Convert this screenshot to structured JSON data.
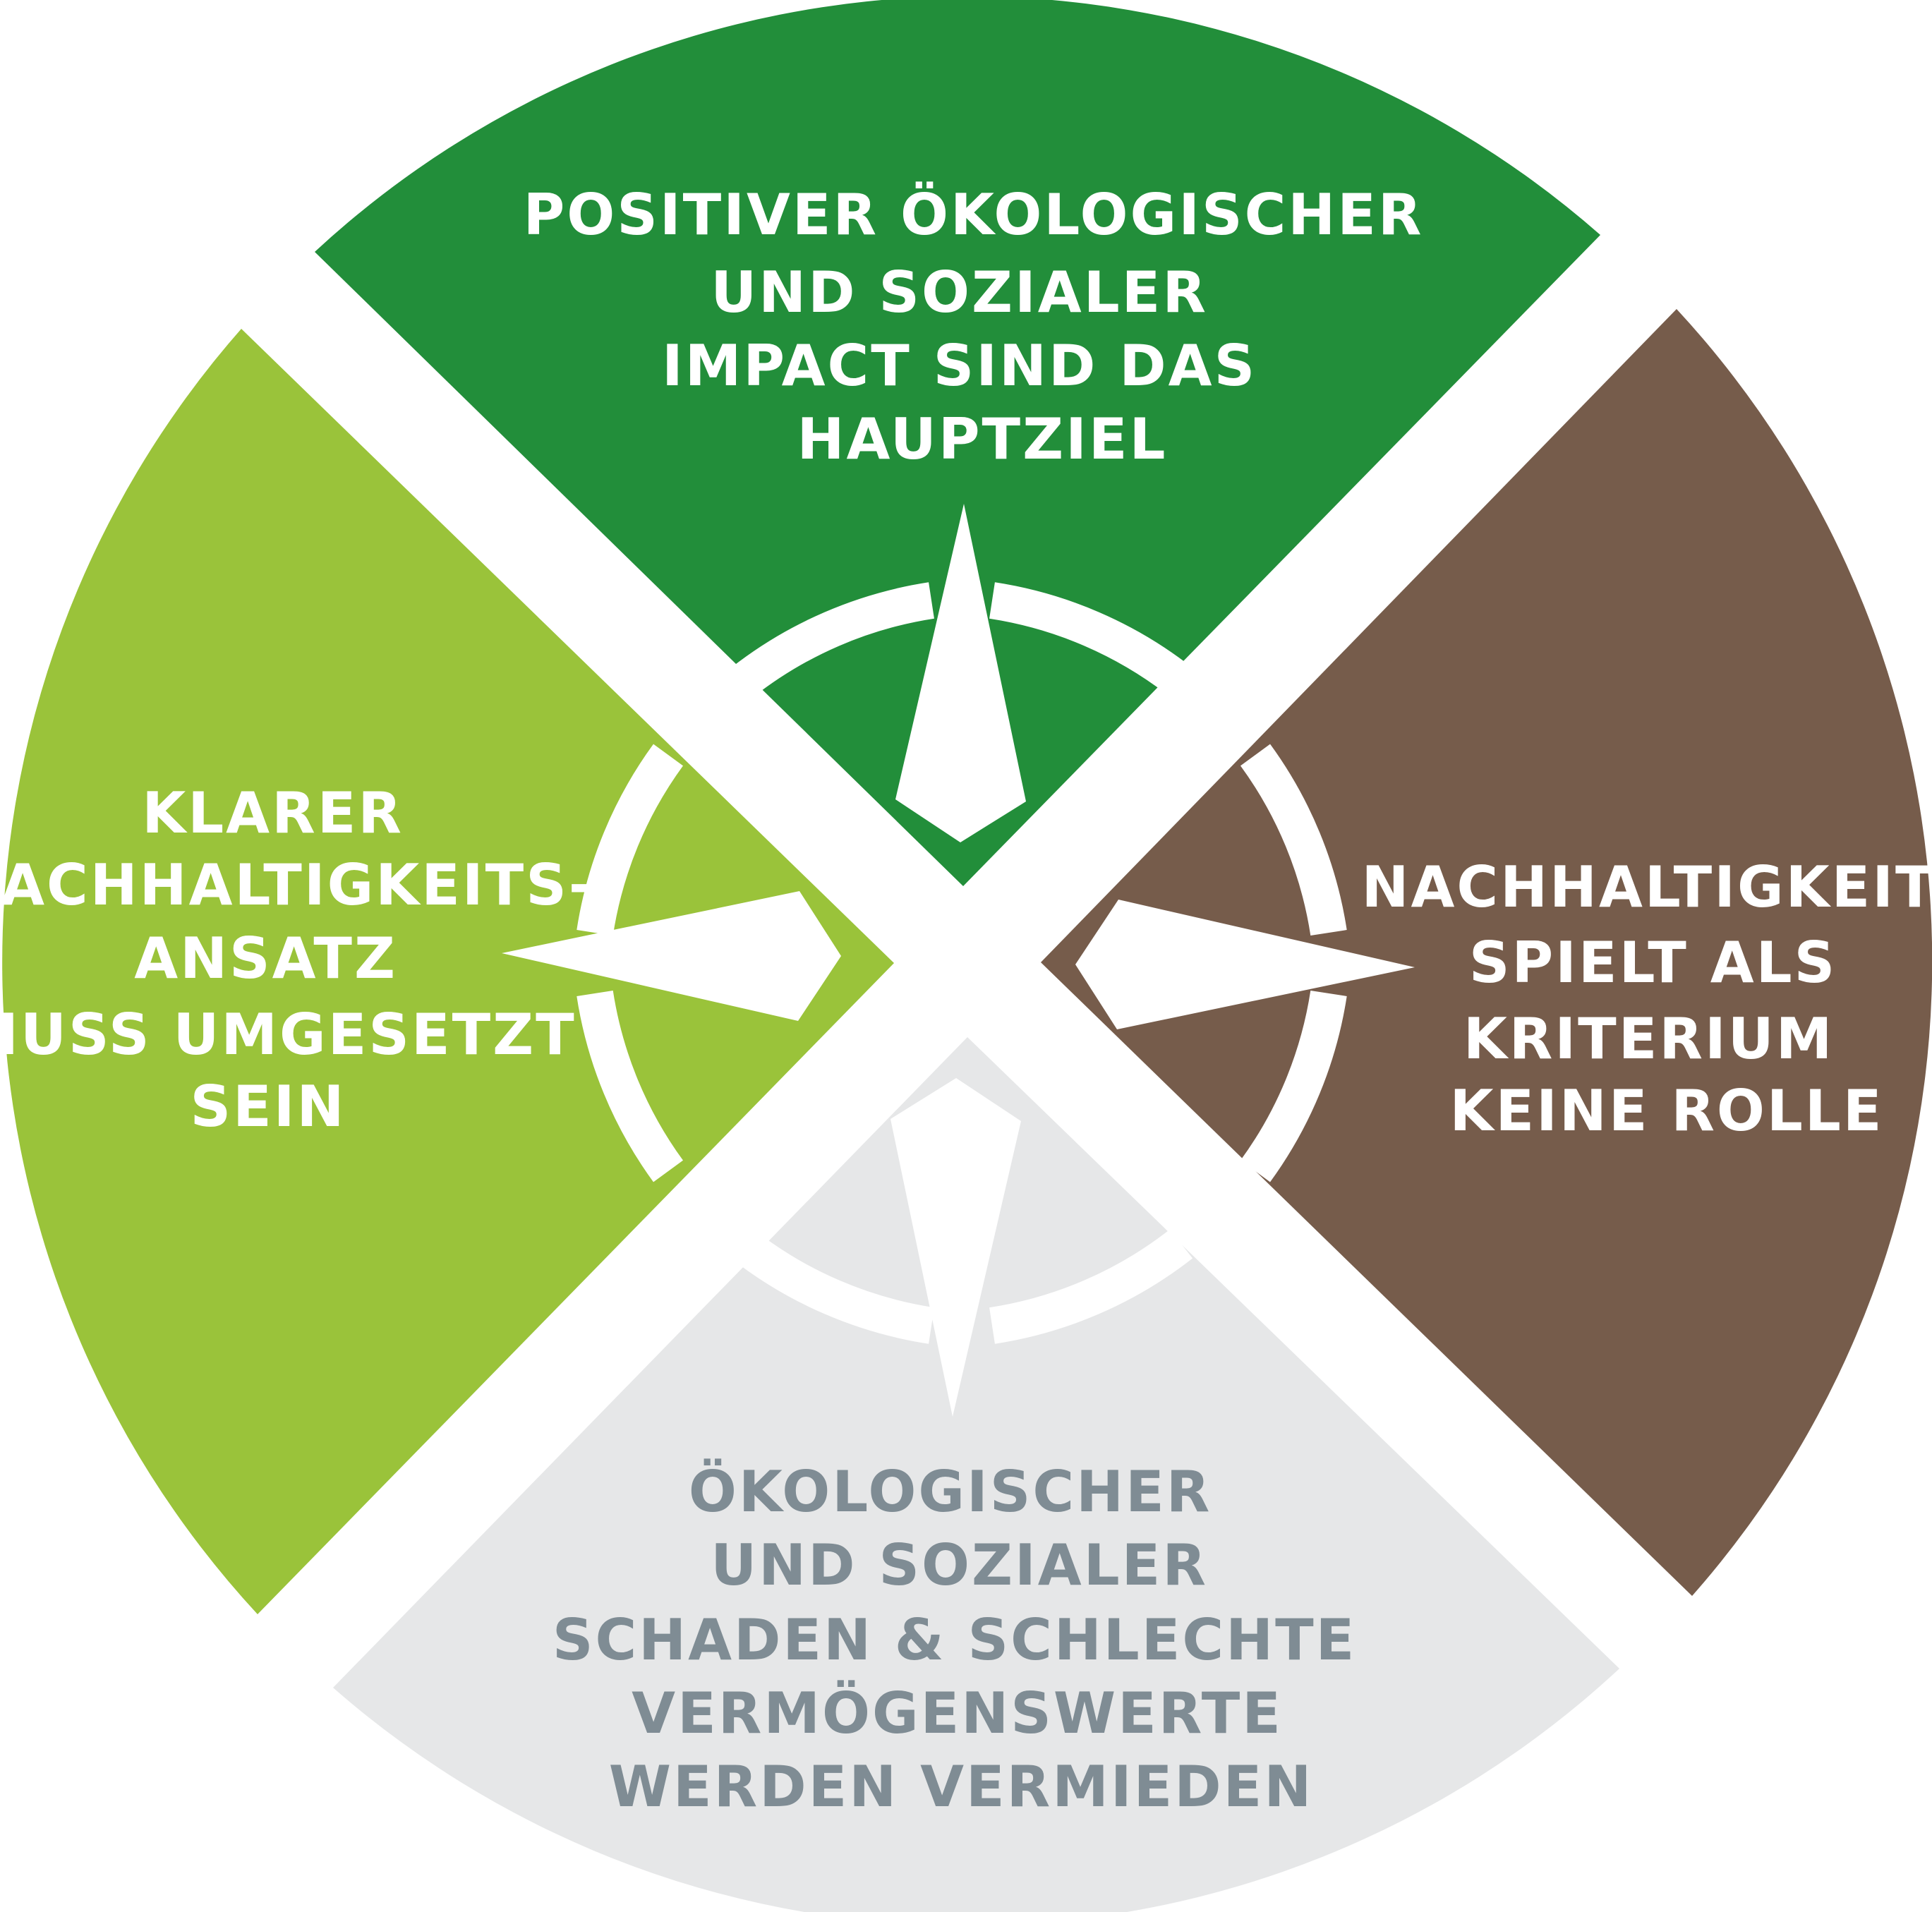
{
  "segments": {
    "top": {
      "lines": [
        "POSITIVER ÖKOLOGISCHER",
        "UND SOZIALER",
        "IMPACT SIND DAS",
        "HAUPTZIEL"
      ],
      "color": "#228e3a",
      "text_color": "#ffffff"
    },
    "right": {
      "lines": [
        "NACHHALTIGKEIT",
        "SPIELT ALS",
        "KRITERIUM",
        "KEINE ROLLE"
      ],
      "color": "#765c4b",
      "text_color": "#ffffff"
    },
    "bottom": {
      "lines": [
        "ÖKOLOGISCHER",
        "UND SOZIALER",
        "SCHADEN & SCHLECHTE",
        "VERMÖGENSWERTE",
        "WERDEN VERMIEDEN"
      ],
      "color": "#e6e7e8",
      "text_color": "#7f8c94"
    },
    "left": {
      "lines": [
        "KLARER",
        "NACHHALTIGKEITS-",
        "ANSATZ",
        "MUSS UMGESETZT",
        "SEIN"
      ],
      "color": "#9ac33a",
      "text_color": "#ffffff"
    }
  },
  "compass": {
    "needle_color": "#ffffff",
    "ring_color": "#ffffff"
  }
}
